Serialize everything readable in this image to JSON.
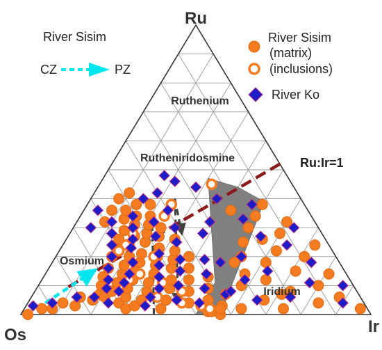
{
  "chart_data": {
    "type": "scatter",
    "subtype": "ternary",
    "grid": true,
    "legend_position": "top-right",
    "colors": {
      "matrix": "#f47b20",
      "inclusion_edge": "#f47b20",
      "ko": "#1c1cc8",
      "ko_edge": "#c0307a",
      "dashed_line": "#8b1a1a",
      "arrows": "#404040",
      "cz_pz_arrow": "#00e5ee",
      "field": "#808080",
      "grid": "#999999",
      "frame": "#333333"
    },
    "vertices": {
      "top": "Ru",
      "left": "Os",
      "right": "Ir"
    },
    "area_title": "River Sisim",
    "cz_label": "CZ",
    "pz_label": "PZ",
    "field_labels": {
      "ruthenium": "Ruthenium",
      "rutheniridosmine": "Rutheniridosmine",
      "osmium": "Osmium",
      "iridium": "Iridium"
    },
    "ratio_label": "Ru:Ir=1",
    "legend": {
      "matrix_line1": "River Sisim",
      "matrix_line2": "(matrix)",
      "inclusions": "(inclusions)",
      "ko": "River Ko"
    },
    "series": [
      {
        "name": "River Sisim (matrix)",
        "marker": "filled-circle",
        "points": [
          [
            0.0,
            0.98,
            0.02
          ],
          [
            0.02,
            0.93,
            0.05
          ],
          [
            0.02,
            0.9,
            0.08
          ],
          [
            0.04,
            0.86,
            0.1
          ],
          [
            0.03,
            0.83,
            0.14
          ],
          [
            0.06,
            0.8,
            0.14
          ],
          [
            0.05,
            0.77,
            0.18
          ],
          [
            0.07,
            0.74,
            0.19
          ],
          [
            0.06,
            0.73,
            0.21
          ],
          [
            0.1,
            0.72,
            0.18
          ],
          [
            0.04,
            0.7,
            0.26
          ],
          [
            0.08,
            0.7,
            0.22
          ],
          [
            0.13,
            0.7,
            0.17
          ],
          [
            0.02,
            0.69,
            0.29
          ],
          [
            0.06,
            0.67,
            0.27
          ],
          [
            0.11,
            0.67,
            0.22
          ],
          [
            0.16,
            0.67,
            0.17
          ],
          [
            0.03,
            0.66,
            0.31
          ],
          [
            0.09,
            0.65,
            0.26
          ],
          [
            0.14,
            0.64,
            0.22
          ],
          [
            0.2,
            0.64,
            0.16
          ],
          [
            0.05,
            0.63,
            0.32
          ],
          [
            0.12,
            0.62,
            0.26
          ],
          [
            0.17,
            0.62,
            0.21
          ],
          [
            0.23,
            0.61,
            0.16
          ],
          [
            0.08,
            0.6,
            0.32
          ],
          [
            0.15,
            0.6,
            0.25
          ],
          [
            0.2,
            0.59,
            0.21
          ],
          [
            0.26,
            0.59,
            0.15
          ],
          [
            0.02,
            0.59,
            0.39
          ],
          [
            0.11,
            0.58,
            0.31
          ],
          [
            0.18,
            0.57,
            0.25
          ],
          [
            0.24,
            0.57,
            0.19
          ],
          [
            0.29,
            0.56,
            0.15
          ],
          [
            0.05,
            0.56,
            0.39
          ],
          [
            0.14,
            0.55,
            0.31
          ],
          [
            0.21,
            0.55,
            0.24
          ],
          [
            0.27,
            0.54,
            0.19
          ],
          [
            0.33,
            0.54,
            0.13
          ],
          [
            0.09,
            0.53,
            0.38
          ],
          [
            0.17,
            0.53,
            0.3
          ],
          [
            0.25,
            0.52,
            0.23
          ],
          [
            0.31,
            0.52,
            0.17
          ],
          [
            0.36,
            0.52,
            0.12
          ],
          [
            0.12,
            0.51,
            0.37
          ],
          [
            0.2,
            0.51,
            0.29
          ],
          [
            0.28,
            0.5,
            0.22
          ],
          [
            0.34,
            0.5,
            0.16
          ],
          [
            0.04,
            0.5,
            0.46
          ],
          [
            0.16,
            0.49,
            0.35
          ],
          [
            0.23,
            0.49,
            0.28
          ],
          [
            0.31,
            0.48,
            0.21
          ],
          [
            0.38,
            0.48,
            0.14
          ],
          [
            0.08,
            0.48,
            0.44
          ],
          [
            0.19,
            0.47,
            0.34
          ],
          [
            0.27,
            0.47,
            0.26
          ],
          [
            0.34,
            0.46,
            0.2
          ],
          [
            0.01,
            0.46,
            0.53
          ],
          [
            0.12,
            0.46,
            0.42
          ],
          [
            0.22,
            0.45,
            0.33
          ],
          [
            0.3,
            0.45,
            0.25
          ],
          [
            0.05,
            0.44,
            0.51
          ],
          [
            0.16,
            0.44,
            0.4
          ],
          [
            0.26,
            0.43,
            0.31
          ],
          [
            0.09,
            0.42,
            0.49
          ],
          [
            0.2,
            0.42,
            0.38
          ],
          [
            0.03,
            0.41,
            0.56
          ],
          [
            0.13,
            0.4,
            0.47
          ],
          [
            0.07,
            0.38,
            0.55
          ],
          [
            0.02,
            0.36,
            0.62
          ],
          [
            0.4,
            0.52,
            0.08
          ],
          [
            0.36,
            0.56,
            0.08
          ],
          [
            0.42,
            0.48,
            0.1
          ],
          [
            0.32,
            0.6,
            0.08
          ],
          [
            0.38,
            0.44,
            0.18
          ],
          [
            0.1,
            0.32,
            0.58
          ],
          [
            0.14,
            0.29,
            0.57
          ],
          [
            0.05,
            0.28,
            0.67
          ],
          [
            0.2,
            0.27,
            0.53
          ],
          [
            0.12,
            0.24,
            0.64
          ],
          [
            0.25,
            0.24,
            0.51
          ],
          [
            0.18,
            0.21,
            0.61
          ],
          [
            0.3,
            0.2,
            0.5
          ],
          [
            0.08,
            0.19,
            0.73
          ],
          [
            0.34,
            0.16,
            0.5
          ],
          [
            0.22,
            0.16,
            0.62
          ],
          [
            0.15,
            0.14,
            0.71
          ],
          [
            0.04,
            0.13,
            0.83
          ],
          [
            0.28,
            0.12,
            0.6
          ],
          [
            0.38,
            0.12,
            0.5
          ],
          [
            0.1,
            0.1,
            0.8
          ],
          [
            0.2,
            0.09,
            0.71
          ],
          [
            0.32,
            0.08,
            0.6
          ],
          [
            0.06,
            0.06,
            0.88
          ],
          [
            0.14,
            0.05,
            0.81
          ],
          [
            0.24,
            0.04,
            0.72
          ],
          [
            0.02,
            0.02,
            0.96
          ],
          [
            0.18,
            0.3,
            0.52
          ],
          [
            0.26,
            0.18,
            0.56
          ],
          [
            0.07,
            0.22,
            0.71
          ],
          [
            0.36,
            0.22,
            0.42
          ],
          [
            0.02,
            0.24,
            0.74
          ],
          [
            0.01,
            0.45,
            0.54
          ],
          [
            0.0,
            0.43,
            0.57
          ],
          [
            0.02,
            0.42,
            0.56
          ]
        ]
      },
      {
        "name": "River Sisim (inclusions)",
        "marker": "open-circle",
        "points": [
          [
            0.45,
            0.23,
            0.32
          ],
          [
            0.38,
            0.38,
            0.24
          ],
          [
            0.34,
            0.42,
            0.24
          ],
          [
            0.28,
            0.54,
            0.18
          ],
          [
            0.24,
            0.58,
            0.18
          ],
          [
            0.22,
            0.61,
            0.17
          ],
          [
            0.12,
            0.63,
            0.25
          ],
          [
            0.06,
            0.58,
            0.36
          ],
          [
            0.04,
            0.52,
            0.44
          ],
          [
            0.14,
            0.59,
            0.27
          ],
          [
            0.03,
            0.47,
            0.5
          ],
          [
            0.11,
            0.54,
            0.35
          ],
          [
            0.02,
            0.45,
            0.53
          ],
          [
            0.08,
            0.5,
            0.42
          ],
          [
            0.2,
            0.52,
            0.28
          ]
        ]
      },
      {
        "name": "River Ko",
        "marker": "diamond",
        "points": [
          [
            0.03,
            0.95,
            0.02
          ],
          [
            0.04,
            0.89,
            0.07
          ],
          [
            0.06,
            0.81,
            0.13
          ],
          [
            0.06,
            0.76,
            0.18
          ],
          [
            0.09,
            0.71,
            0.2
          ],
          [
            0.04,
            0.73,
            0.23
          ],
          [
            0.12,
            0.69,
            0.19
          ],
          [
            0.08,
            0.68,
            0.24
          ],
          [
            0.16,
            0.67,
            0.17
          ],
          [
            0.11,
            0.65,
            0.24
          ],
          [
            0.2,
            0.64,
            0.16
          ],
          [
            0.24,
            0.62,
            0.14
          ],
          [
            0.03,
            0.63,
            0.34
          ],
          [
            0.14,
            0.62,
            0.24
          ],
          [
            0.28,
            0.6,
            0.12
          ],
          [
            0.18,
            0.59,
            0.23
          ],
          [
            0.06,
            0.6,
            0.34
          ],
          [
            0.32,
            0.58,
            0.1
          ],
          [
            0.23,
            0.57,
            0.2
          ],
          [
            0.09,
            0.56,
            0.35
          ],
          [
            0.26,
            0.55,
            0.19
          ],
          [
            0.13,
            0.54,
            0.33
          ],
          [
            0.3,
            0.53,
            0.17
          ],
          [
            0.17,
            0.52,
            0.31
          ],
          [
            0.05,
            0.53,
            0.42
          ],
          [
            0.34,
            0.51,
            0.15
          ],
          [
            0.21,
            0.5,
            0.29
          ],
          [
            0.1,
            0.5,
            0.4
          ],
          [
            0.27,
            0.48,
            0.25
          ],
          [
            0.15,
            0.47,
            0.38
          ],
          [
            0.32,
            0.46,
            0.22
          ],
          [
            0.04,
            0.47,
            0.49
          ],
          [
            0.19,
            0.45,
            0.36
          ],
          [
            0.25,
            0.43,
            0.32
          ],
          [
            0.09,
            0.43,
            0.48
          ],
          [
            0.3,
            0.41,
            0.29
          ],
          [
            0.14,
            0.4,
            0.46
          ],
          [
            0.19,
            0.38,
            0.43
          ],
          [
            0.07,
            0.38,
            0.55
          ],
          [
            0.36,
            0.4,
            0.24
          ],
          [
            0.4,
            0.45,
            0.15
          ],
          [
            0.42,
            0.4,
            0.18
          ],
          [
            0.46,
            0.33,
            0.21
          ],
          [
            0.36,
            0.6,
            0.04
          ],
          [
            0.3,
            0.65,
            0.05
          ],
          [
            0.08,
            0.36,
            0.56
          ],
          [
            0.44,
            0.28,
            0.28
          ],
          [
            0.12,
            0.3,
            0.58
          ],
          [
            0.2,
            0.27,
            0.53
          ],
          [
            0.15,
            0.22,
            0.63
          ],
          [
            0.27,
            0.18,
            0.55
          ],
          [
            0.33,
            0.2,
            0.47
          ],
          [
            0.06,
            0.2,
            0.74
          ],
          [
            0.24,
            0.12,
            0.64
          ],
          [
            0.38,
            0.15,
            0.47
          ],
          [
            0.11,
            0.12,
            0.77
          ],
          [
            0.18,
            0.08,
            0.74
          ],
          [
            0.04,
            0.06,
            0.9
          ],
          [
            0.3,
            0.07,
            0.63
          ],
          [
            0.1,
            0.03,
            0.87
          ],
          [
            0.32,
            0.3,
            0.38
          ],
          [
            0.4,
            0.24,
            0.36
          ],
          [
            0.48,
            0.35,
            0.17
          ],
          [
            0.18,
            0.34,
            0.48
          ],
          [
            0.05,
            0.3,
            0.65
          ],
          [
            0.28,
            0.34,
            0.38
          ]
        ]
      }
    ],
    "overlay": {
      "ratio_line": {
        "from": [
          0.0,
          1.0,
          0.0
        ],
        "to": [
          0.52,
          0.0,
          0.48
        ]
      },
      "arrows": [
        {
          "from": [
            0.0,
            0.62,
            0.38
          ],
          "to": [
            0.35,
            0.45,
            0.2
          ]
        },
        {
          "from": [
            0.4,
            0.36,
            0.24
          ],
          "to": [
            0.28,
            0.4,
            0.32
          ]
        },
        {
          "from": [
            0.4,
            0.36,
            0.24
          ],
          "to": [
            0.04,
            0.53,
            0.43
          ]
        }
      ],
      "cz_pz_arrow": {
        "from": [
          0.04,
          0.91,
          0.05
        ],
        "to": [
          0.16,
          0.7,
          0.14
        ]
      },
      "field_polygon": [
        [
          0.0,
          0.5,
          0.5
        ],
        [
          0.11,
          0.39,
          0.5
        ],
        [
          0.47,
          0.23,
          0.3
        ],
        [
          0.44,
          0.16,
          0.4
        ],
        [
          0.39,
          0.11,
          0.5
        ],
        [
          0.0,
          0.43,
          0.57
        ]
      ]
    }
  }
}
